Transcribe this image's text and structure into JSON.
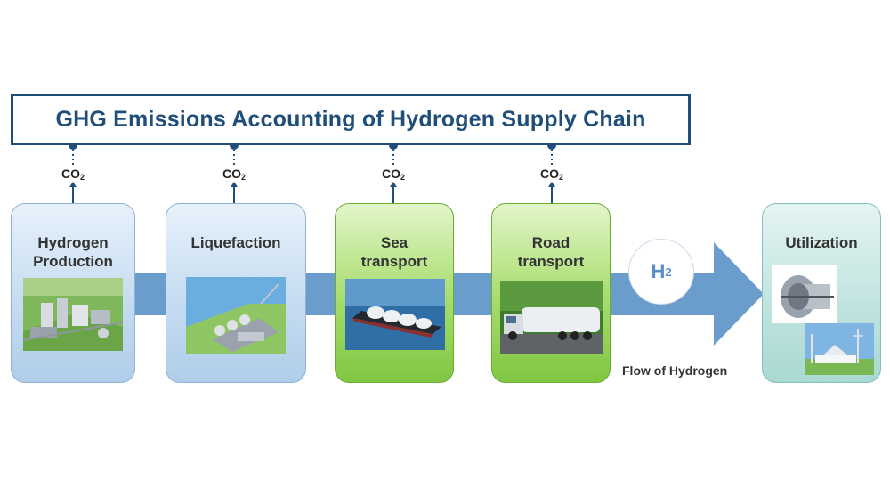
{
  "title": "GHG Emissions Accounting of Hydrogen Supply Chain",
  "emission": {
    "label": "CO",
    "subscript": "2"
  },
  "stages": [
    {
      "line1": "Hydrogen",
      "line2": "Production",
      "style": "blue"
    },
    {
      "line1": "Liquefaction",
      "line2": "",
      "style": "blue"
    },
    {
      "line1": "Sea",
      "line2": "transport",
      "style": "green"
    },
    {
      "line1": "Road",
      "line2": "transport",
      "style": "green"
    },
    {
      "line1": "Utilization",
      "line2": "",
      "style": "teal"
    }
  ],
  "flow": {
    "symbol": "H",
    "subscript": "2",
    "caption": "Flow of Hydrogen"
  },
  "colors": {
    "title_border": "#1f4e79",
    "arrow": "#6a9ccc",
    "blue_stage": "#c6dcf1",
    "green_stage": "#a6dc6a",
    "teal_stage": "#c2e4e0"
  }
}
